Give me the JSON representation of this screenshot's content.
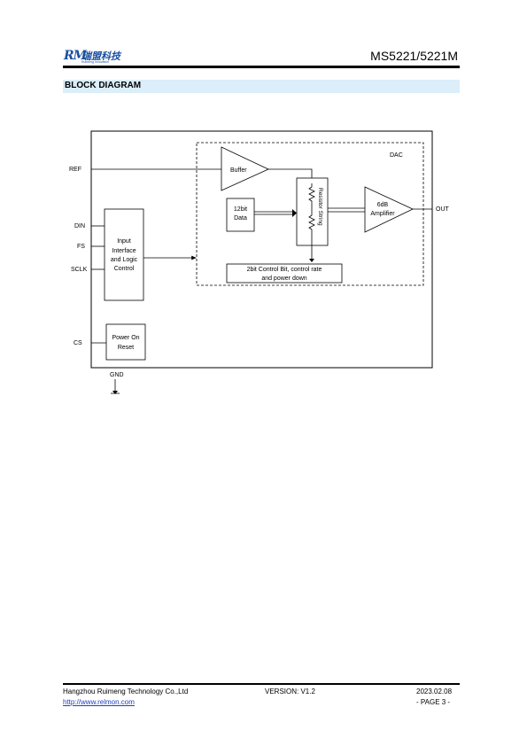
{
  "header": {
    "logo_text": "瑞盟科技",
    "logo_subtext": "Ruimeng Innovation",
    "doc_title": "MS5221/5221M"
  },
  "section": {
    "title": "BLOCK DIAGRAM"
  },
  "diagram": {
    "pins": {
      "ref": "REF",
      "din": "DIN",
      "fs": "FS",
      "sclk": "SCLK",
      "cs": "CS",
      "gnd": "GND",
      "out": "OUT"
    },
    "dac_label": "DAC",
    "buffer": "Buffer",
    "data_block": [
      "12bit",
      "Data"
    ],
    "resistor_string": "Resistor String",
    "amplifier": [
      "6dB",
      "Amplifier"
    ],
    "interface_block": [
      "Input",
      "Interface",
      "and Logic",
      "Control"
    ],
    "control_block": [
      "2bit Control Bit, control rate",
      "and power down"
    ],
    "por_block": [
      "Power On",
      "Reset"
    ]
  },
  "footer": {
    "company": "Hangzhou Ruimeng Technology Co.,Ltd",
    "version": "VERSION: V1.2",
    "date": "2023.02.08",
    "url": "http://www.relmon.com",
    "page": "- PAGE 3 -"
  }
}
